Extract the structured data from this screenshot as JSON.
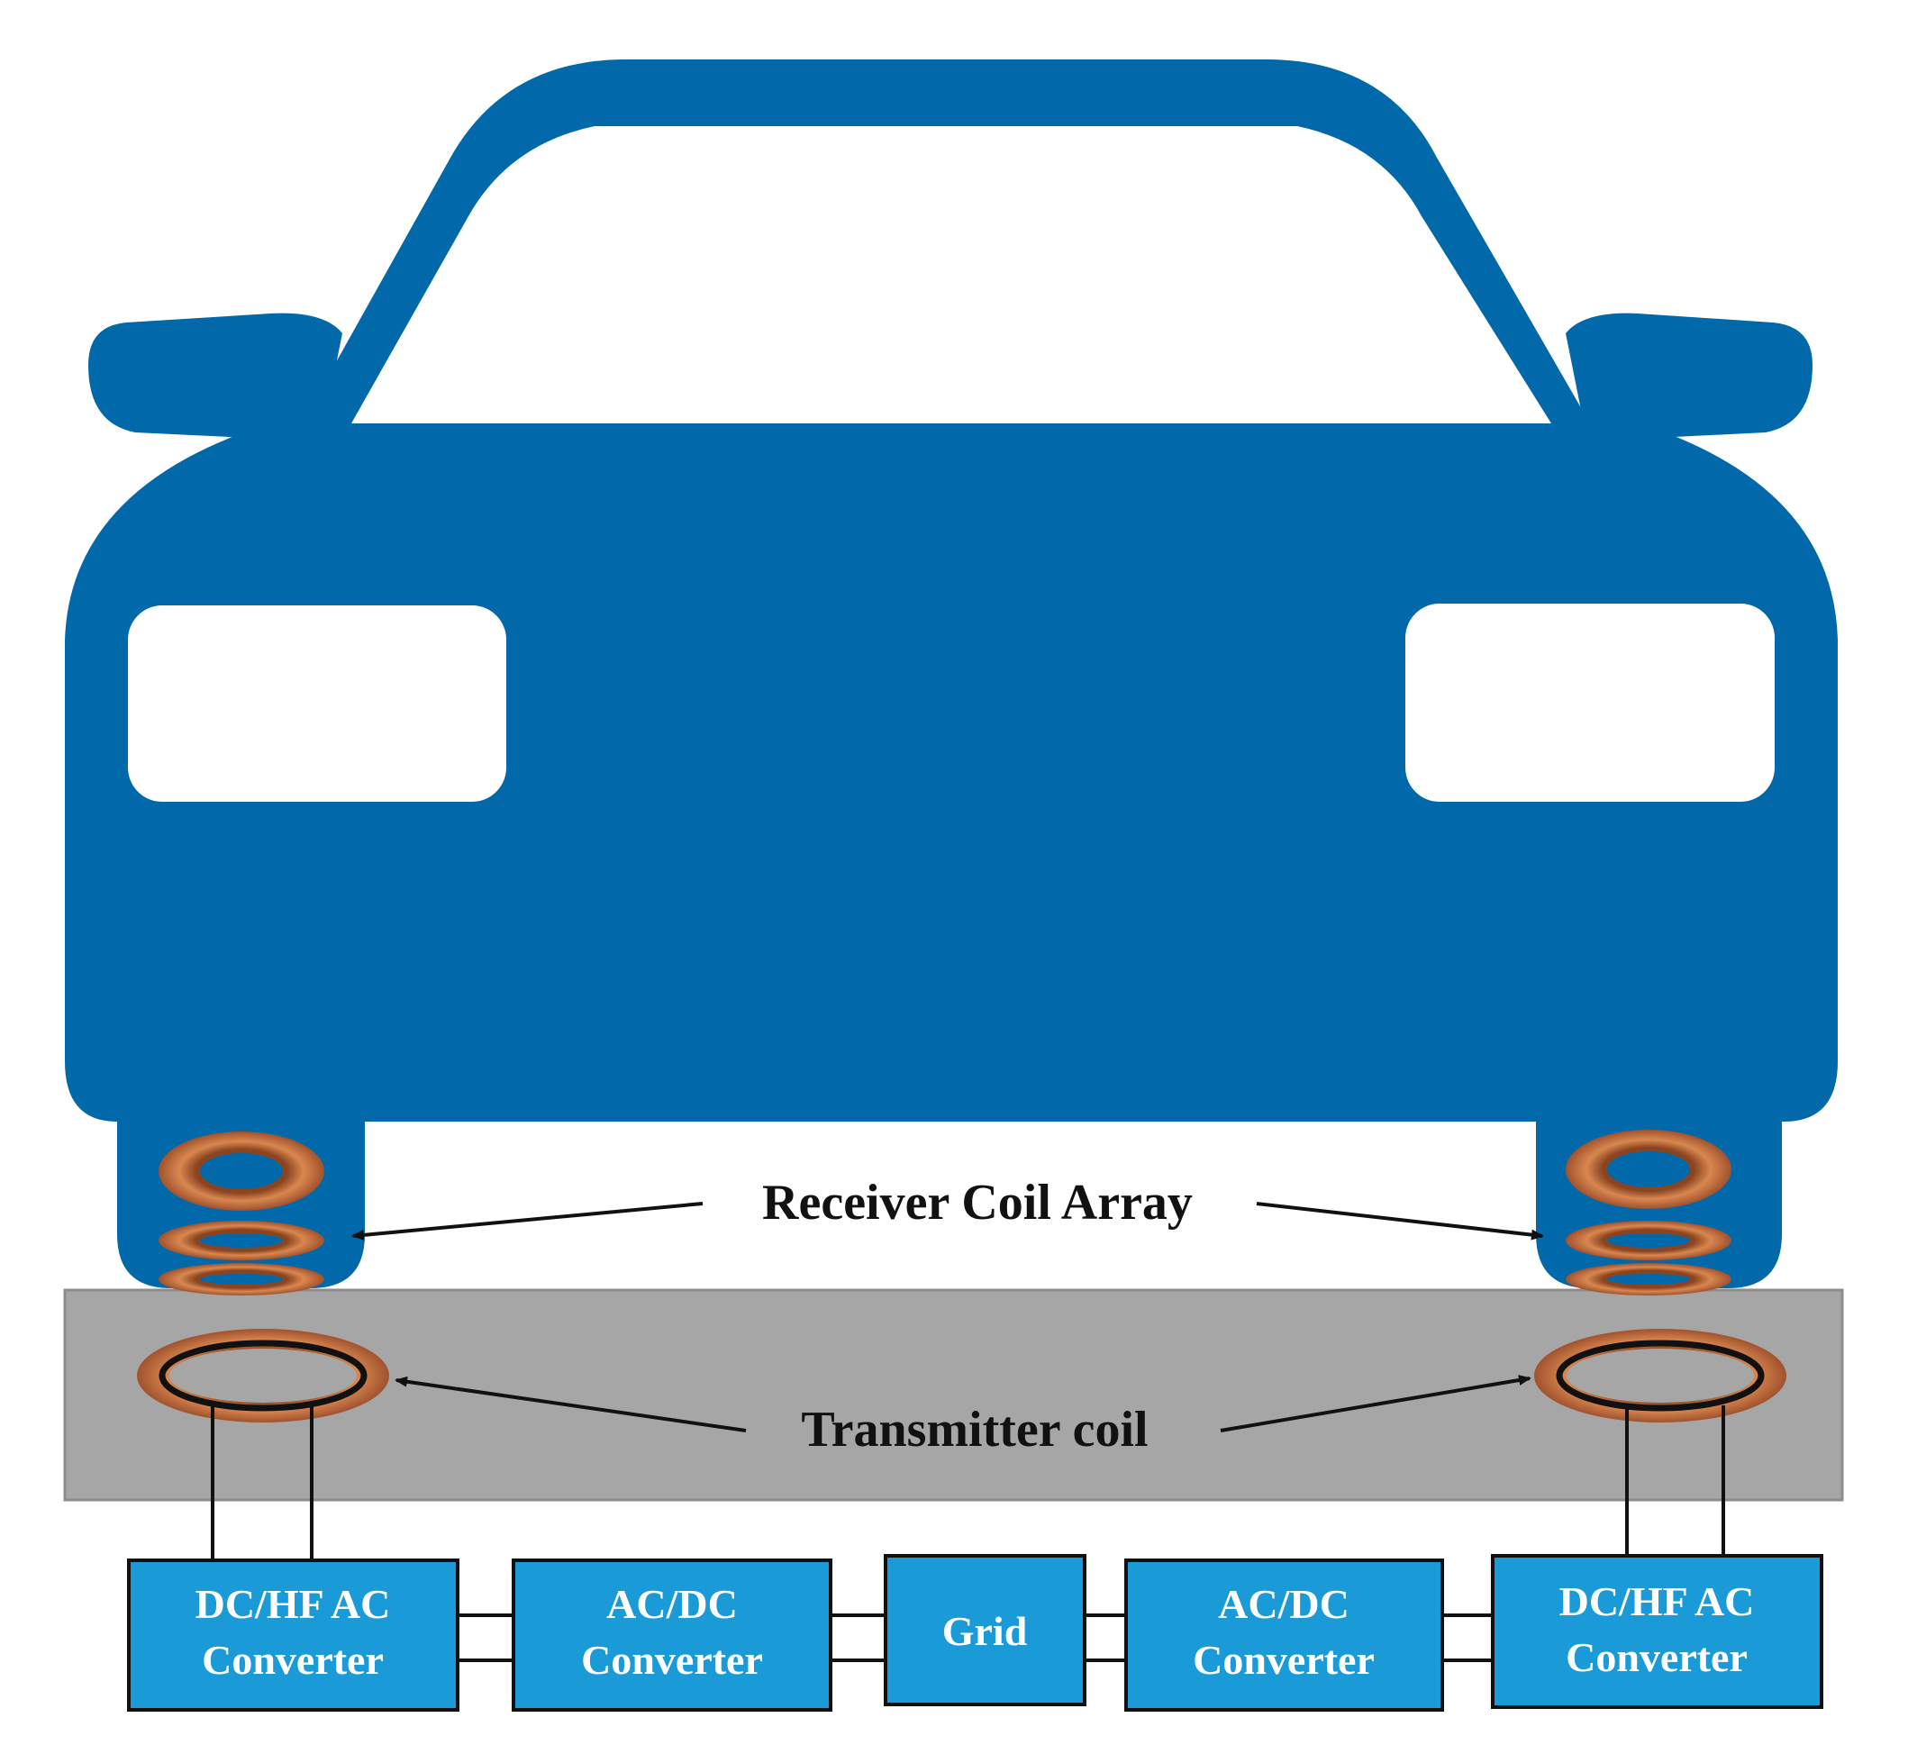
{
  "colors": {
    "car_body": "#0169A9",
    "ground_pad": "#A6A6A6",
    "converter_box": "#1A9BD7",
    "copper": "#C26A35",
    "wire": "#111111"
  },
  "labels": {
    "receiver": "Receiver Coil Array",
    "transmitter": "Transmitter coil"
  },
  "boxes": [
    {
      "line1": "DC/HF AC",
      "line2": "Converter"
    },
    {
      "line1": "AC/DC",
      "line2": "Converter"
    },
    {
      "line1": "Grid",
      "line2": ""
    },
    {
      "line1": "AC/DC",
      "line2": "Converter"
    },
    {
      "line1": "DC/HF AC",
      "line2": "Converter"
    }
  ]
}
